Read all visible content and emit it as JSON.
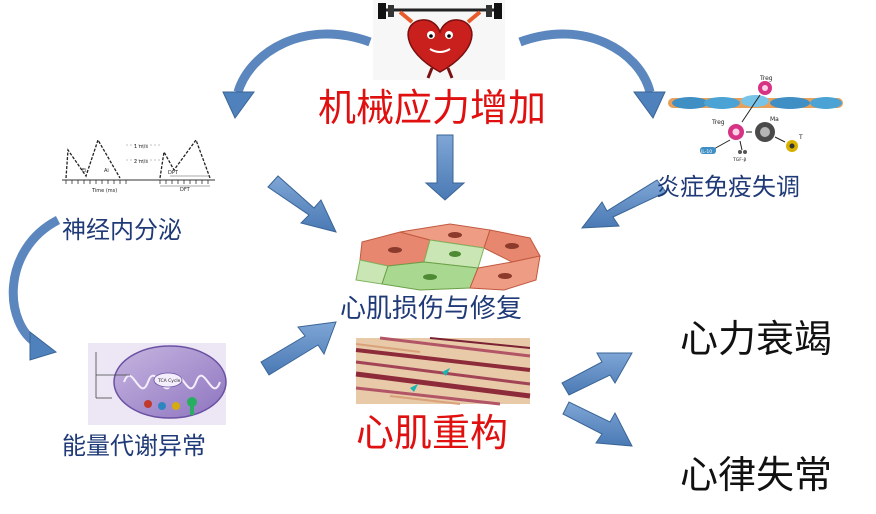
{
  "nodes": {
    "mechanical_stress": "机械应力增加",
    "neuroendocrine": "神经内分泌",
    "inflammation": "炎症免疫失调",
    "injury_repair": "心肌损伤与修复",
    "energy_metabolism": "能量代谢异常",
    "remodeling": "心肌重构",
    "heart_failure": "心力衰竭",
    "arrhythmia": "心律失常"
  },
  "colors": {
    "red_text": "#e01010",
    "blue_text": "#1f3a77",
    "black_text": "#111111",
    "arrow_fill": "#4f81bd",
    "arrow_stroke": "#3a6596"
  },
  "images": {
    "heart_icon": "heart-lifting-dumbbell",
    "ecg_plot": "ecg-waveform-trace",
    "immune_cells": "treg-macrophage-diagram",
    "myocytes": "cardiomyocyte-cells",
    "mitochondria": "mitochondrion-metabolism",
    "histology": "myocardial-tissue-section"
  },
  "mini_text": {
    "treg_top": "Treg",
    "treg": "Treg",
    "ma": "Ma",
    "t": "T",
    "il10": "IL-10",
    "tgf": "TGF-β",
    "ecg_time": "Time (ms)",
    "ecg_speed1": "1 m/s",
    "ecg_speed2": "2 m/s",
    "ecg_ei": "Ei",
    "ecg_ai": "Ai",
    "ecg_dft": "DFT",
    "ecg_dpt": "DPT",
    "mito_tca": "TCA Cycle"
  }
}
